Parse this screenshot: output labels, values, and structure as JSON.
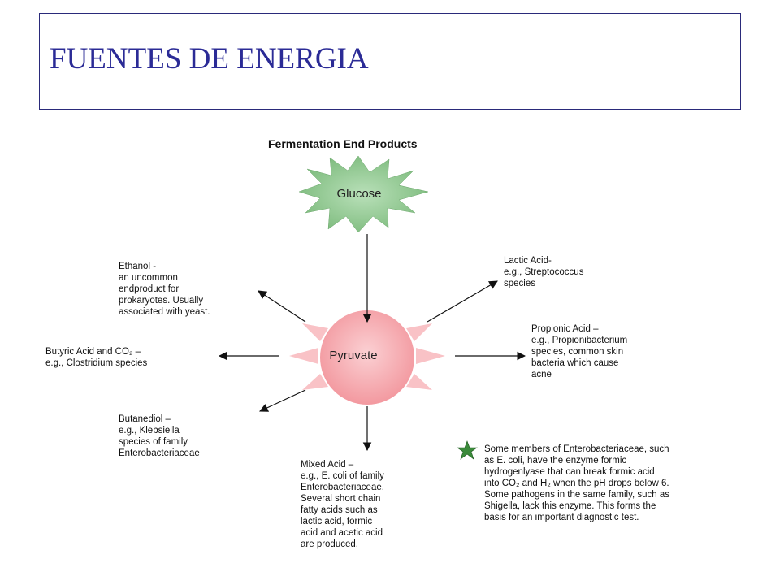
{
  "slide": {
    "title": "FUENTES DE ENERGIA"
  },
  "diagram": {
    "heading": "Fermentation End Products",
    "source_node": "Glucose",
    "hub_node": "Pyruvate",
    "products": {
      "ethanol": [
        "Ethanol -",
        "an uncommon",
        "endproduct for",
        "prokaryotes.  Usually",
        "associated with yeast."
      ],
      "butyric": [
        "Butyric Acid and CO₂ –",
        "e.g., Clostridium  species"
      ],
      "butanediol": [
        "Butanediol –",
        "e.g., Klebsiella",
        "species of family",
        "Enterobacteriaceae"
      ],
      "mixed": [
        "Mixed Acid –",
        "e.g., E. coli of family",
        "Enterobacteriaceae.",
        "Several short chain",
        "fatty acids such as",
        "lactic acid, formic",
        "acid and acetic acid",
        "are produced."
      ],
      "lactic": [
        "Lactic Acid-",
        "e.g., Streptococcus",
        "species"
      ],
      "propionic": [
        "Propionic Acid –",
        "e.g., Propionibacterium",
        "species, common skin",
        "bacteria which cause",
        "acne"
      ]
    },
    "note": [
      "Some members of Enterobacteriaceae, such",
      "as E. coli, have the enzyme formic",
      "hydrogenlyase that can break formic acid",
      "into CO₂ and H₂ when the pH drops below 6.",
      "Some pathogens in the same family, such as",
      "Shigella, lack this enzyme.  This forms the",
      "basis for an important diagnostic test."
    ],
    "colors": {
      "title": "#2b2b96",
      "glucose_fill": "#8cc78c",
      "pyruvate_fill": "#f4a0a6",
      "star_note": "#3a8a3a"
    }
  }
}
